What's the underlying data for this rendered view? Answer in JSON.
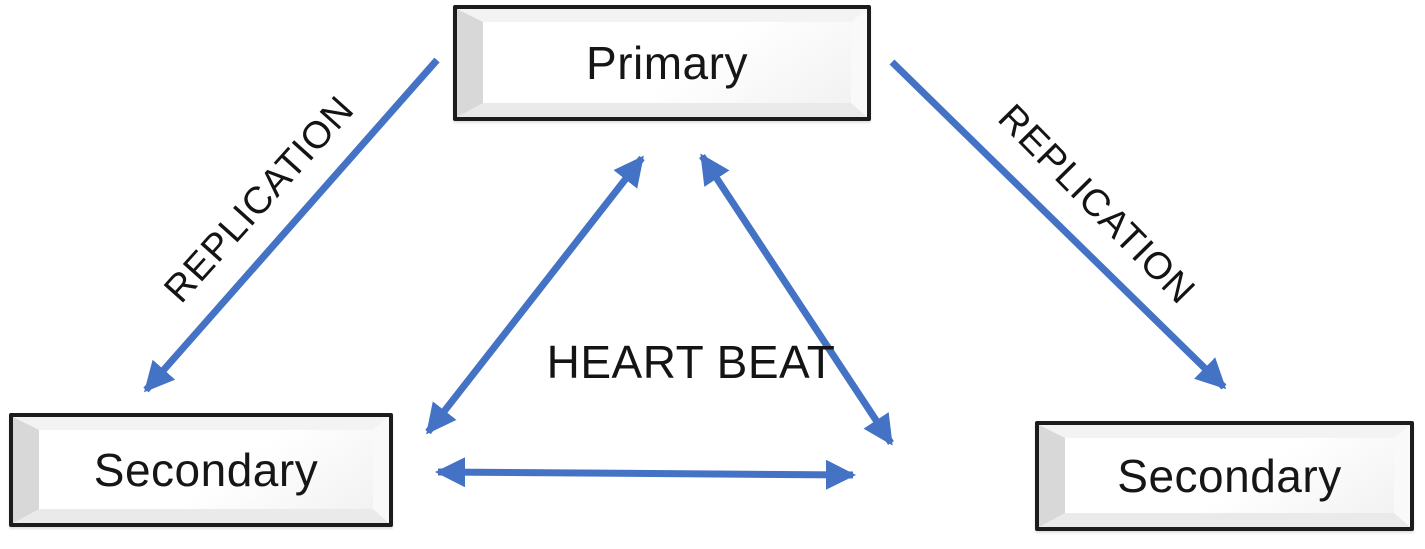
{
  "diagram": {
    "center_label": "HEART BEAT",
    "colors": {
      "arrow": "#4472C4",
      "box_border": "#1c1c1c",
      "text": "#161616"
    },
    "nodes": {
      "primary": {
        "label": "Primary"
      },
      "secondary_left": {
        "label": "Secondary"
      },
      "secondary_right": {
        "label": "Secondary"
      }
    },
    "edges": {
      "replication_left": {
        "label": "REPLICATION",
        "from": "primary",
        "to": "secondary_left",
        "heads": "single"
      },
      "replication_right": {
        "label": "REPLICATION",
        "from": "primary",
        "to": "secondary_right",
        "heads": "single"
      },
      "heartbeat_left": {
        "from": "secondary_left",
        "to": "primary",
        "heads": "double"
      },
      "heartbeat_right": {
        "from": "secondary_right",
        "to": "primary",
        "heads": "double"
      },
      "heartbeat_bottom": {
        "from": "secondary_left",
        "to": "secondary_right",
        "heads": "double"
      }
    }
  }
}
